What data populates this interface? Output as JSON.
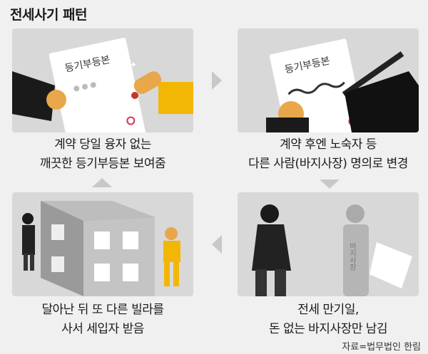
{
  "title": "전세사기 패턴",
  "steps": [
    {
      "line1": "계약 당일 융자 없는",
      "line2": "깨끗한 등기부등본 보여줌",
      "doc_label": "등기부등본"
    },
    {
      "line1": "계약 후엔 노숙자 등",
      "line2": "다른 사람(바지사장) 명의로 변경",
      "doc_label": "등기부등본"
    },
    {
      "line1": "전세 만기일,",
      "line2": "돈 없는 바지사장만 남김",
      "figure_label": "바지사장"
    },
    {
      "line1": "달아난 뒤 또 다른 빌라를",
      "line2": "사서 세입자 받음"
    }
  ],
  "credit": "자료=법무법인 한림",
  "colors": {
    "panel": "#d8d8d8",
    "accent": "#f2b705",
    "arrow": "#c8c8c8"
  }
}
